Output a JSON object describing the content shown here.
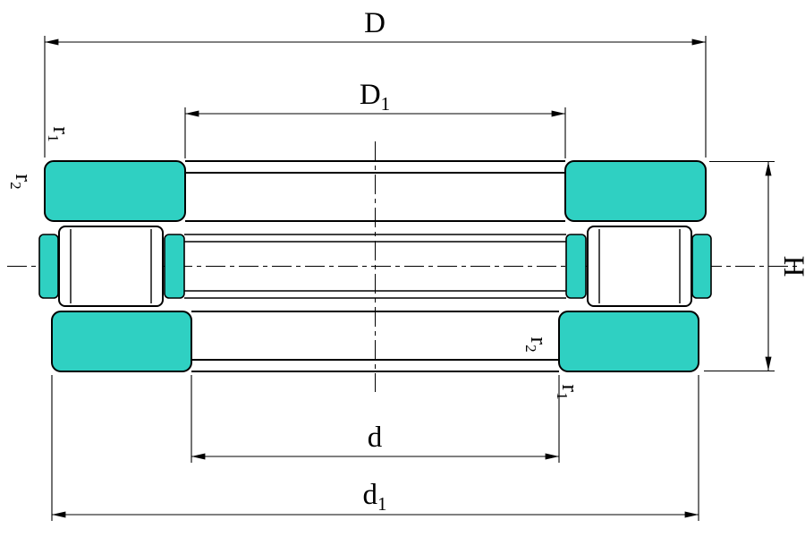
{
  "colors": {
    "ring_fill": "#2fd0c2",
    "outline": "#000000",
    "background": "#ffffff"
  },
  "labels": {
    "D": {
      "main": "D",
      "sub": ""
    },
    "D1": {
      "main": "D",
      "sub": "1"
    },
    "H": {
      "main": "H",
      "sub": ""
    },
    "d": {
      "main": "d",
      "sub": ""
    },
    "d1": {
      "main": "d",
      "sub": "1"
    },
    "r1_top": {
      "main": "r",
      "sub": "1"
    },
    "r2_top": {
      "main": "r",
      "sub": "2"
    },
    "r2_bottom": {
      "main": "r",
      "sub": "2"
    },
    "r1_bottom": {
      "main": "r",
      "sub": "1"
    }
  }
}
